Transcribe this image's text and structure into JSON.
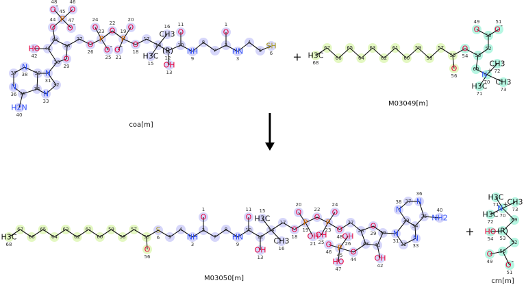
{
  "reaction": {
    "plus_symbol": "+",
    "arrow_direction": "down",
    "colors": {
      "coa_highlight": "#d6d6fa",
      "acyl_highlight": "#e4f8c2",
      "carnitine_highlight": "#b6f6e2",
      "oxygen": "#e8003a",
      "nitrogen": "#3050f8",
      "phosphorus": "#e07000",
      "sulfur": "#a89a20",
      "bond": "#111111"
    },
    "molecules": [
      {
        "name": "coa[m]",
        "role": "substrate",
        "atoms": [
          [
            "1",
            "O"
          ],
          [
            "2",
            ""
          ],
          [
            "3",
            "HN"
          ],
          [
            "4",
            ""
          ],
          [
            "5",
            ""
          ],
          [
            "6",
            "SH"
          ],
          [
            "7",
            ""
          ],
          [
            "8",
            ""
          ],
          [
            "9",
            "NH"
          ],
          [
            "10",
            ""
          ],
          [
            "11",
            "O"
          ],
          [
            "12",
            "(R)"
          ],
          [
            "13",
            "OH"
          ],
          [
            "14",
            ""
          ],
          [
            "15",
            "H3C"
          ],
          [
            "16",
            "CH3"
          ],
          [
            "17",
            ""
          ],
          [
            "18",
            "O"
          ],
          [
            "19",
            "P"
          ],
          [
            "20",
            "O"
          ],
          [
            "21",
            "O-"
          ],
          [
            "22",
            "O"
          ],
          [
            "23",
            "P"
          ],
          [
            "24",
            "O"
          ],
          [
            "25",
            "O-"
          ],
          [
            "26",
            "O"
          ],
          [
            "27",
            ""
          ],
          [
            "28",
            ""
          ],
          [
            "29",
            "O"
          ],
          [
            "30",
            ""
          ],
          [
            "31",
            "N"
          ],
          [
            "32",
            ""
          ],
          [
            "33",
            "N"
          ],
          [
            "34",
            ""
          ],
          [
            "35",
            ""
          ],
          [
            "36",
            "N"
          ],
          [
            "37",
            ""
          ],
          [
            "38",
            "N"
          ],
          [
            "39",
            ""
          ],
          [
            "40",
            "H2N"
          ],
          [
            "41",
            ""
          ],
          [
            "42",
            "HO"
          ],
          [
            "43",
            ""
          ],
          [
            "44",
            "O"
          ],
          [
            "45",
            "P"
          ],
          [
            "46",
            "O"
          ],
          [
            "47",
            "O-"
          ],
          [
            "48",
            "O-"
          ]
        ]
      },
      {
        "name": "M03049[m]",
        "role": "substrate",
        "atoms": [
          [
            "49",
            "O"
          ],
          [
            "50",
            ""
          ],
          [
            "51",
            "O-"
          ],
          [
            "52",
            ""
          ],
          [
            "53",
            ""
          ],
          [
            "54",
            "O"
          ],
          [
            "55",
            ""
          ],
          [
            "56",
            "O"
          ],
          [
            "57",
            ""
          ],
          [
            "58",
            ""
          ],
          [
            "59",
            ""
          ],
          [
            "60",
            ""
          ],
          [
            "61",
            ""
          ],
          [
            "62",
            ""
          ],
          [
            "63",
            ""
          ],
          [
            "64",
            ""
          ],
          [
            "65",
            ""
          ],
          [
            "66",
            ""
          ],
          [
            "67",
            ""
          ],
          [
            "68",
            "H3C"
          ],
          [
            "69",
            ""
          ],
          [
            "70",
            "N+"
          ],
          [
            "71",
            "H3C"
          ],
          [
            "72",
            "CH3"
          ],
          [
            "73",
            "CH3"
          ]
        ]
      },
      {
        "name": "M03050[m]",
        "role": "product",
        "atoms": [
          [
            "1",
            "O"
          ],
          [
            "2",
            ""
          ],
          [
            "3",
            "NH"
          ],
          [
            "4",
            ""
          ],
          [
            "5",
            ""
          ],
          [
            "6",
            "S"
          ],
          [
            "7",
            ""
          ],
          [
            "8",
            ""
          ],
          [
            "9",
            "HN"
          ],
          [
            "10",
            ""
          ],
          [
            "11",
            "O"
          ],
          [
            "12",
            ""
          ],
          [
            "13",
            "OH"
          ],
          [
            "14",
            ""
          ],
          [
            "15",
            "H3C"
          ],
          [
            "16",
            "CH3"
          ],
          [
            "17",
            ""
          ],
          [
            "18",
            "O"
          ],
          [
            "19",
            "P"
          ],
          [
            "20",
            "O"
          ],
          [
            "21",
            "OH"
          ],
          [
            "22",
            "O"
          ],
          [
            "23",
            "P"
          ],
          [
            "24",
            "O"
          ],
          [
            "25",
            "OH"
          ],
          [
            "26",
            "OH"
          ],
          [
            "27",
            ""
          ],
          [
            "28",
            ""
          ],
          [
            "29",
            "O"
          ],
          [
            "30",
            ""
          ],
          [
            "31",
            "N"
          ],
          [
            "32",
            ""
          ],
          [
            "33",
            "N"
          ],
          [
            "34",
            ""
          ],
          [
            "35",
            ""
          ],
          [
            "36",
            "N"
          ],
          [
            "37",
            ""
          ],
          [
            "38",
            "N"
          ],
          [
            "39",
            ""
          ],
          [
            "40",
            "NH2"
          ],
          [
            "41",
            ""
          ],
          [
            "42",
            "OH"
          ],
          [
            "43",
            ""
          ],
          [
            "44",
            "O"
          ],
          [
            "45",
            "P"
          ],
          [
            "46",
            "O"
          ],
          [
            "47",
            "HO"
          ],
          [
            "48",
            "O"
          ],
          [
            "55",
            ""
          ],
          [
            "56",
            "O"
          ],
          [
            "57",
            ""
          ],
          [
            "58",
            ""
          ],
          [
            "59",
            ""
          ],
          [
            "60",
            ""
          ],
          [
            "61",
            ""
          ],
          [
            "62",
            ""
          ],
          [
            "63",
            ""
          ],
          [
            "64",
            ""
          ],
          [
            "65",
            ""
          ],
          [
            "66",
            ""
          ],
          [
            "67",
            ""
          ],
          [
            "68",
            "H3C"
          ]
        ]
      },
      {
        "name": "crn[m]",
        "role": "product",
        "atoms": [
          [
            "49",
            "O"
          ],
          [
            "50",
            ""
          ],
          [
            "51",
            "O-"
          ],
          [
            "52",
            ""
          ],
          [
            "53",
            "(R)"
          ],
          [
            "54",
            "HO"
          ],
          [
            "69",
            ""
          ],
          [
            "70",
            "N+"
          ],
          [
            "71",
            "H3C"
          ],
          [
            "72",
            "H3C"
          ],
          [
            "73",
            "CH3"
          ]
        ]
      }
    ]
  }
}
